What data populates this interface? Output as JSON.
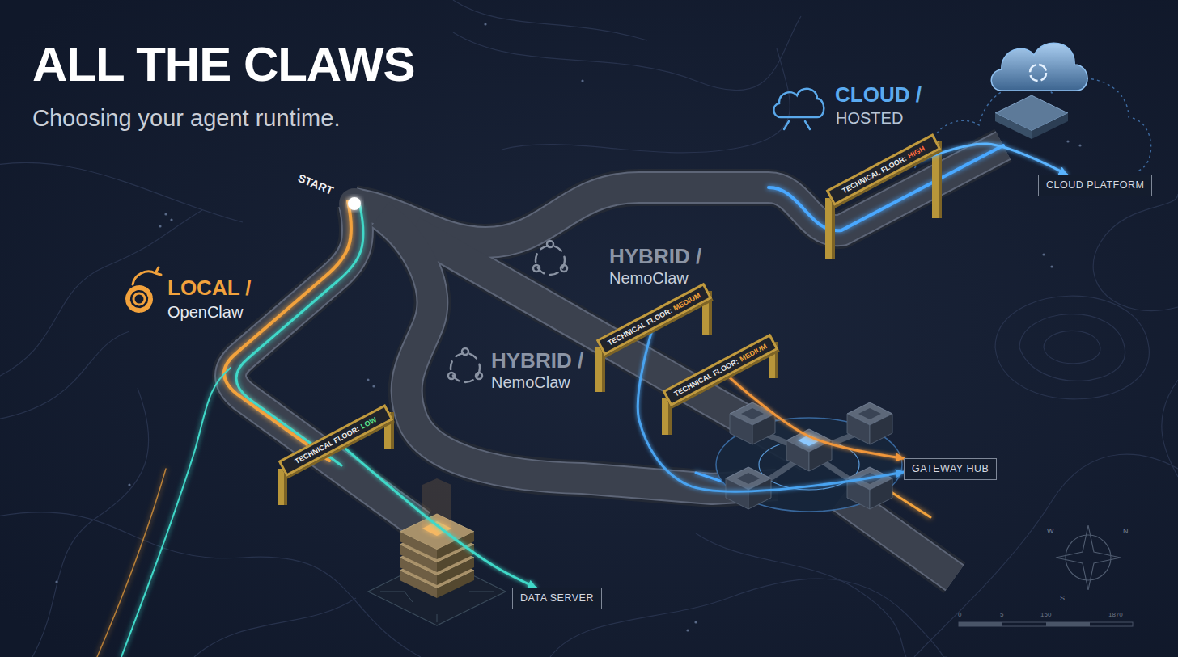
{
  "diagram": {
    "title": "ALL THE CLAWS",
    "caption": "Choosing your agent runtime.",
    "nodes": [
      {
        "text": [
          "TECHNICAL FLOOR:",
          "HIGH"
        ]
      },
      {
        "text": [
          "CLOUD PLATFORM"
        ]
      },
      {
        "text": [
          "TECHNICAL FLOOR:",
          "MEDIUM"
        ]
      },
      {
        "text": [
          "TECHNICAL FLOOR:",
          "MEDIUM"
        ]
      },
      {
        "text": [
          "TECHNICAL FLOOR:",
          "LOW"
        ]
      },
      {
        "text": [
          "GATEWAY HUB"
        ]
      },
      {
        "text": [
          "DATA SERVER"
        ]
      }
    ],
    "edges": [
      {
        "from": 0,
        "to": 1,
        "arrow": "to"
      },
      {
        "from": 2,
        "to": 5,
        "arrow": "to"
      },
      {
        "from": 3,
        "to": 5,
        "arrow": "to"
      },
      {
        "from": 4,
        "to": 6,
        "arrow": "to"
      }
    ],
    "labels": [
      "START",
      "LOCAL /",
      "OpenClaw",
      "HYBRID /",
      "NemoClaw",
      "HYBRID /",
      "NemoClaw",
      "CLOUD /",
      "HOSTED",
      "W",
      "N",
      "S",
      "0",
      "5",
      "150",
      "1870"
    ]
  }
}
